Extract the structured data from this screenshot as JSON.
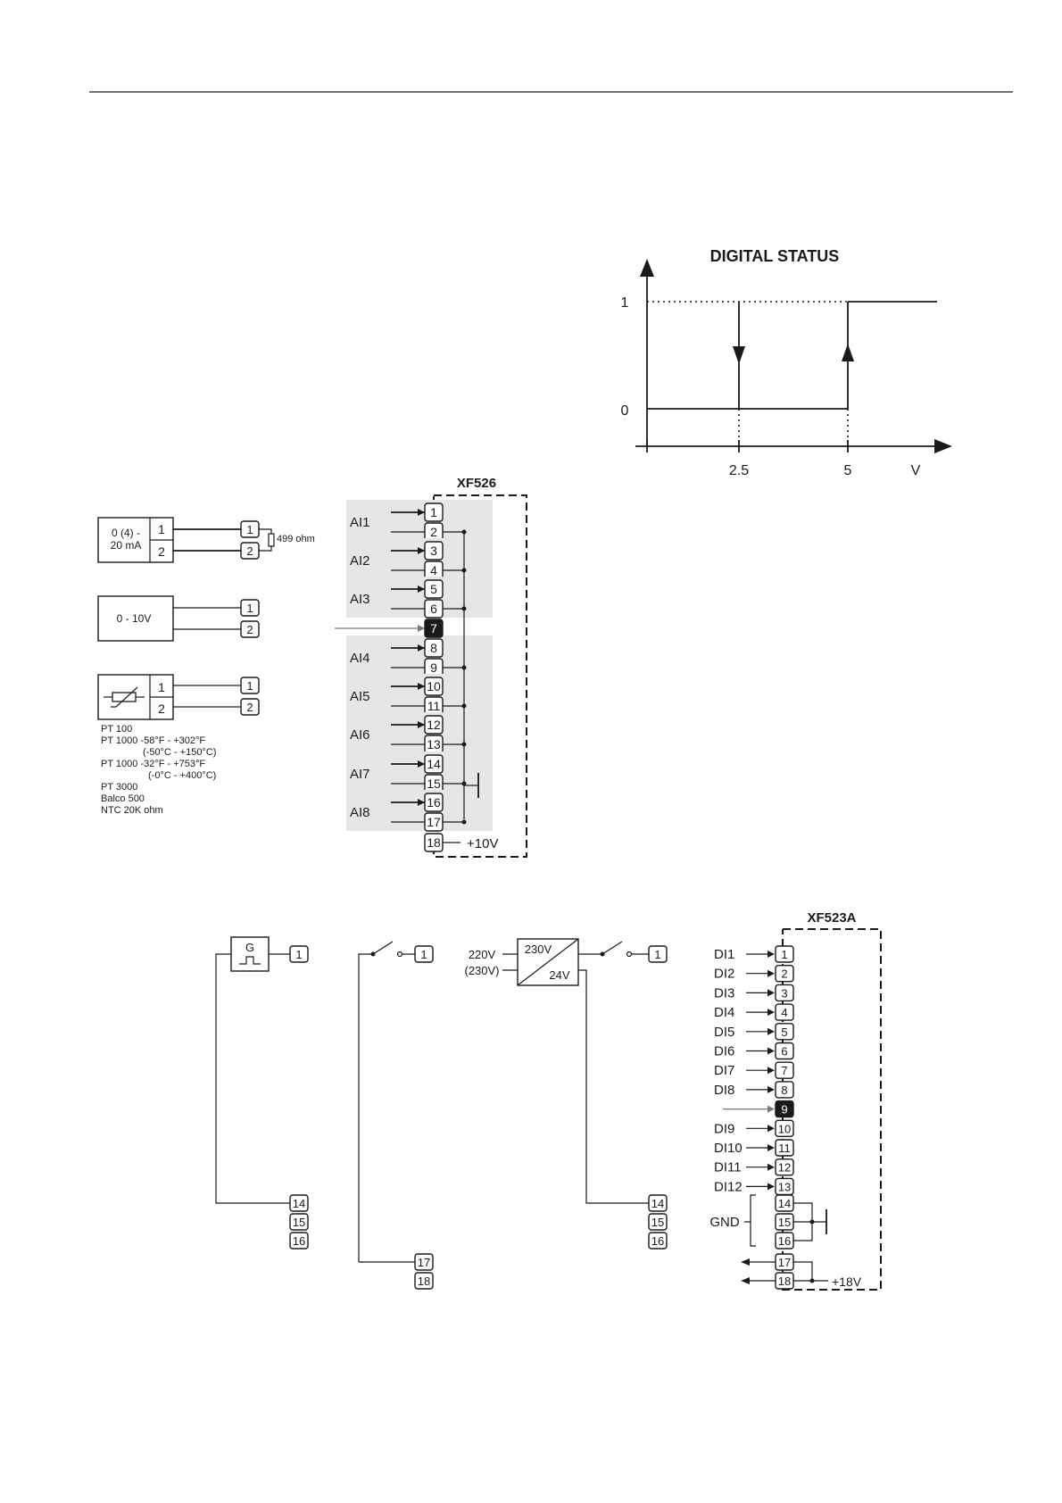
{
  "digital_status": {
    "title": "DIGITAL STATUS",
    "y_ticks": [
      "1",
      "0"
    ],
    "x_ticks": [
      "2.5",
      "5"
    ],
    "x_unit": "V",
    "transitions": [
      {
        "direction": "down",
        "at_voltage": 2.5
      },
      {
        "direction": "up",
        "at_voltage": 5
      }
    ]
  },
  "xf526": {
    "title": "XF526",
    "channels": [
      {
        "label": "AI1",
        "terminals": [
          "1",
          "2"
        ]
      },
      {
        "label": "AI2",
        "terminals": [
          "3",
          "4"
        ]
      },
      {
        "label": "AI3",
        "terminals": [
          "5",
          "6"
        ]
      },
      {
        "label": "AI4",
        "terminals": [
          "8",
          "9"
        ]
      },
      {
        "label": "AI5",
        "terminals": [
          "10",
          "11"
        ]
      },
      {
        "label": "AI6",
        "terminals": [
          "12",
          "13"
        ]
      },
      {
        "label": "AI7",
        "terminals": [
          "14",
          "15"
        ]
      },
      {
        "label": "AI8",
        "terminals": [
          "16",
          "17"
        ]
      }
    ],
    "highlight_terminal": "7",
    "terminal_18": "18",
    "supply_label": "+10V"
  },
  "sensors": {
    "current": {
      "label_line1": "0 (4) -",
      "label_line2": "20 mA",
      "pins": [
        "1",
        "2"
      ],
      "resistor": "499 ohm"
    },
    "voltage": {
      "label": "0 - 10V",
      "pins": [
        "1",
        "2"
      ]
    },
    "thermistor": {
      "pins": [
        "1",
        "2"
      ]
    },
    "probe_list": [
      "PT 100",
      "PT 1000  -58°F - +302°F",
      "(-50°C - +150°C)",
      "PT 1000  -32°F - +753°F",
      "(-0°C - +400°C)",
      "PT 3000",
      "Balco 500",
      "NTC 20K ohm"
    ]
  },
  "digital_wiring": {
    "generator": {
      "symbol": "G",
      "terminals": [
        "1",
        "14",
        "15",
        "16"
      ]
    },
    "switch": {
      "terminals": [
        "1",
        "17",
        "18"
      ]
    },
    "transformer": {
      "input_line1": "220V",
      "input_line2": "(230V)",
      "primary": "230V",
      "secondary": "24V",
      "terminals": [
        "1",
        "14",
        "15",
        "16"
      ]
    }
  },
  "xf523a": {
    "title": "XF523A",
    "inputs": [
      {
        "label": "DI1",
        "terminal": "1"
      },
      {
        "label": "DI2",
        "terminal": "2"
      },
      {
        "label": "DI3",
        "terminal": "3"
      },
      {
        "label": "DI4",
        "terminal": "4"
      },
      {
        "label": "DI5",
        "terminal": "5"
      },
      {
        "label": "DI6",
        "terminal": "6"
      },
      {
        "label": "DI7",
        "terminal": "7"
      },
      {
        "label": "DI8",
        "terminal": "8"
      },
      {
        "label": "",
        "terminal": "9"
      },
      {
        "label": "DI9",
        "terminal": "10"
      },
      {
        "label": "DI10",
        "terminal": "11"
      },
      {
        "label": "DI11",
        "terminal": "12"
      },
      {
        "label": "DI12",
        "terminal": "13"
      }
    ],
    "gnd_label": "GND",
    "gnd_terminals": [
      "14",
      "15",
      "16"
    ],
    "out_terminals": [
      "17",
      "18"
    ],
    "supply_label": "+18V"
  }
}
